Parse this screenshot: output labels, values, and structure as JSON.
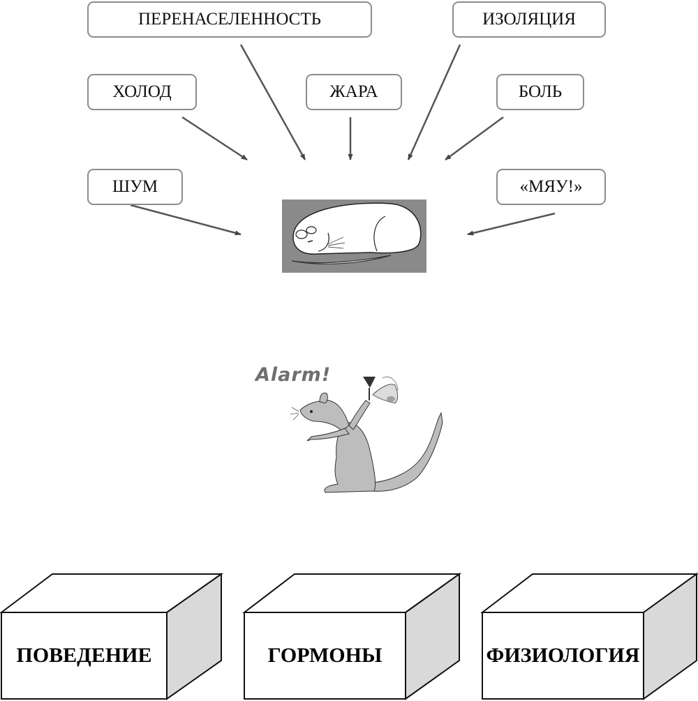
{
  "stressors": {
    "overcrowding": "ПЕРЕНАСЕЛЕННОСТЬ",
    "isolation": "ИЗОЛЯЦИЯ",
    "cold": "ХОЛОД",
    "heat": "ЖАРА",
    "pain": "БОЛЬ",
    "noise": "ШУМ",
    "meow": "«МЯУ!»"
  },
  "alarm_text": "Alarm!",
  "results": {
    "behavior": "ПОВЕДЕНИЕ",
    "hormones": "ГОРМОНЫ",
    "physiology": "ФИЗИОЛОГИЯ"
  },
  "colors": {
    "box_border": "#8c8c8c",
    "arrow": "#555555",
    "rat_fill": "#bdbdbd",
    "panel_bg": "#8a8a8a",
    "cube_side": "#d9d9d9"
  }
}
